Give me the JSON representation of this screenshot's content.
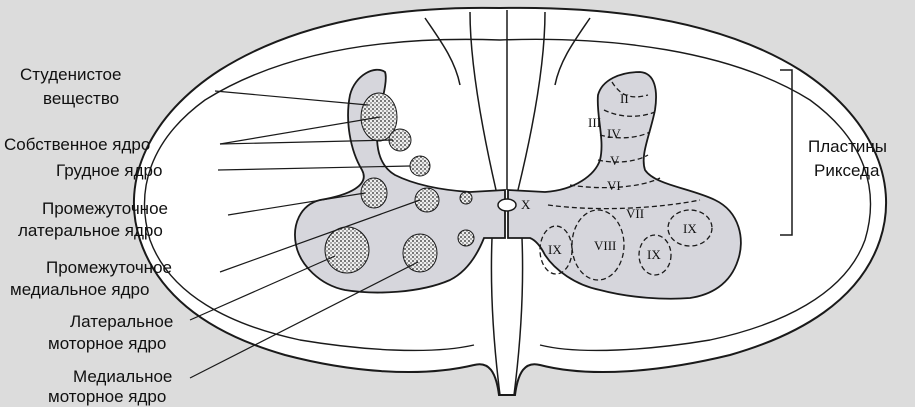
{
  "labels_left": {
    "gelatinosa_1": "Студенистое",
    "gelatinosa_2": "вещество",
    "proper": "Собственное ядро",
    "thoracic": "Грудное ядро",
    "intermediolateral_1": "Промежуточное",
    "intermediolateral_2": "латеральное ядро",
    "intermediomedial_1": "Промежуточное",
    "intermediomedial_2": "медиальное ядро",
    "lateral_motor_1": "Латеральное",
    "lateral_motor_2": "моторное ядро",
    "medial_motor_1": "Медиальное",
    "medial_motor_2": "моторное ядро"
  },
  "labels_right": {
    "rexed_1": "Пластины",
    "rexed_2": "Рикседа"
  },
  "laminae": {
    "II": "II",
    "III": "III",
    "IV": "IV",
    "V": "V",
    "VI": "VI",
    "VII": "VII",
    "VIII": "VIII",
    "IX_a": "IX",
    "IX_b": "IX",
    "IX_c": "IX",
    "X": "X"
  },
  "colors": {
    "background": "#dcdcdc",
    "white_matter": "#ffffff",
    "gray_matter": "#d6d6dc",
    "line": "#1a1a1a"
  }
}
